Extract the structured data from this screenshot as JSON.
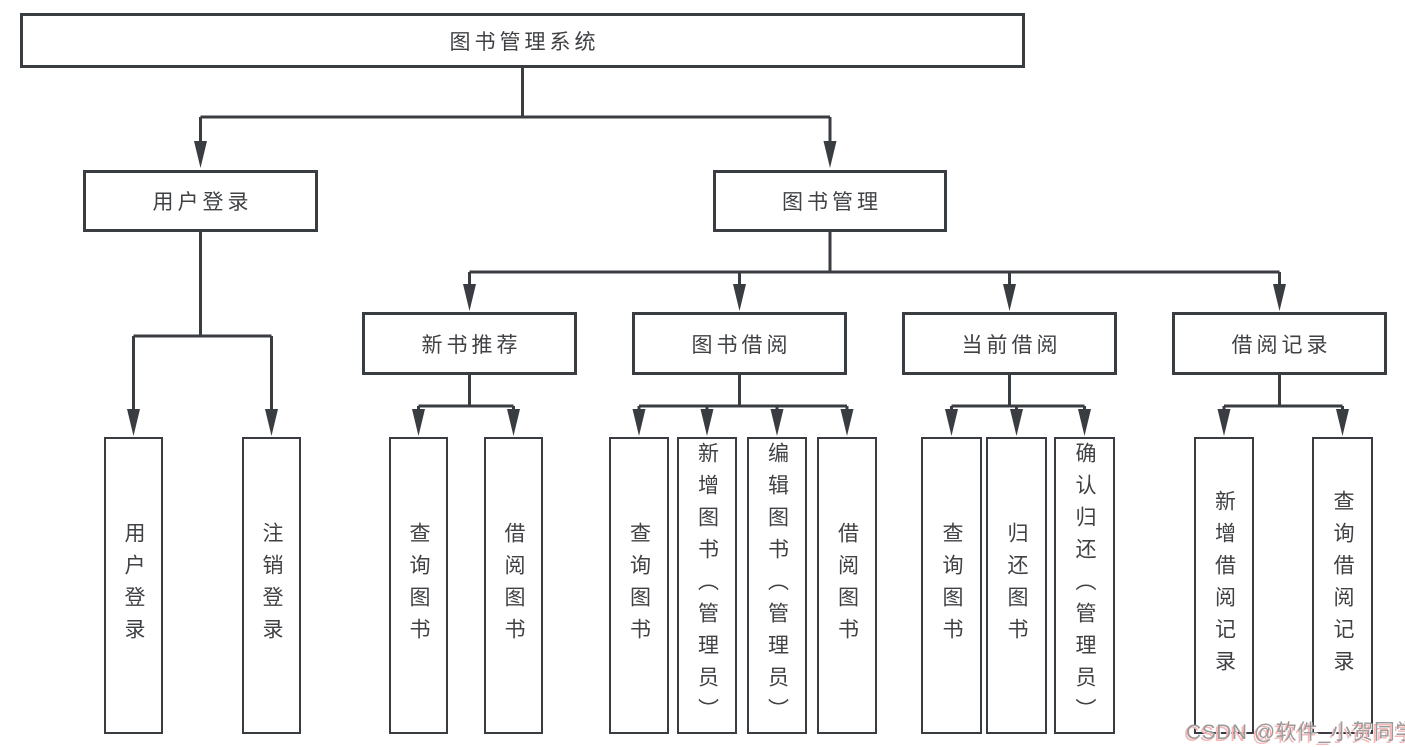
{
  "diagram": {
    "title": "图书管理系统",
    "level2": [
      {
        "label": "用户登录"
      },
      {
        "label": "图书管理"
      }
    ],
    "level3": [
      {
        "label": "新书推荐",
        "parent": "图书管理"
      },
      {
        "label": "图书借阅",
        "parent": "图书管理"
      },
      {
        "label": "当前借阅",
        "parent": "图书管理"
      },
      {
        "label": "借阅记录",
        "parent": "图书管理"
      }
    ],
    "leaves": [
      {
        "label": "用户登录",
        "parent": "用户登录"
      },
      {
        "label": "注销登录",
        "parent": "用户登录"
      },
      {
        "label": "查询图书",
        "parent": "新书推荐"
      },
      {
        "label": "借阅图书",
        "parent": "新书推荐"
      },
      {
        "label": "查询图书",
        "parent": "图书借阅"
      },
      {
        "label": "新增图书（管理员）",
        "parent": "图书借阅"
      },
      {
        "label": "编辑图书（管理员）",
        "parent": "图书借阅"
      },
      {
        "label": "借阅图书",
        "parent": "图书借阅"
      },
      {
        "label": "查询图书",
        "parent": "当前借阅"
      },
      {
        "label": "归还图书",
        "parent": "当前借阅"
      },
      {
        "label": "确认归还（管理员）",
        "parent": "当前借阅"
      },
      {
        "label": "新增借阅记录",
        "parent": "借阅记录"
      },
      {
        "label": "查询借阅记录",
        "parent": "借阅记录"
      }
    ],
    "watermark": "CSDN @软件_小贺同学",
    "colors": {
      "line": "#393c40",
      "text": "#3f4144",
      "background": "#ffffff",
      "watermark": "#9b9b9b",
      "watermark_shadow": "#f5b8b8"
    }
  }
}
